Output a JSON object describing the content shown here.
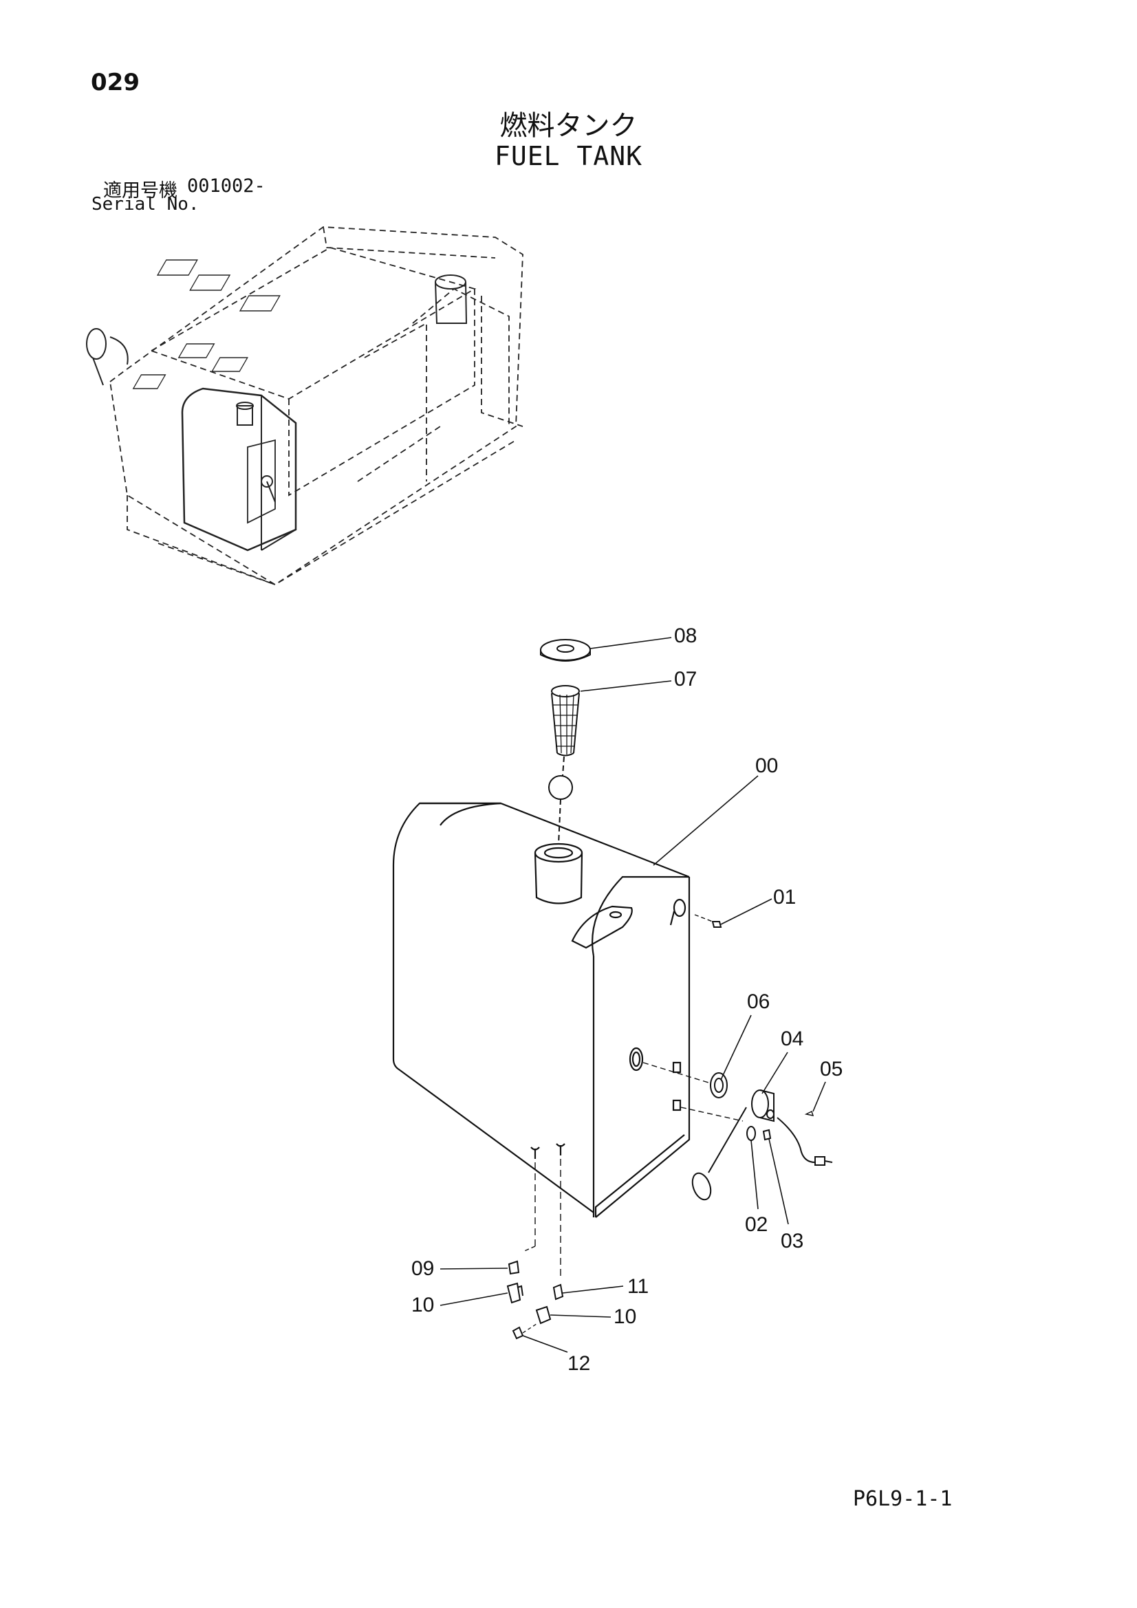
{
  "header": {
    "page_number": "029",
    "title_jp": "燃料タンク",
    "title_en": "FUEL TANK",
    "serial_label_jp": "適用号機",
    "serial_value": "001002-",
    "serial_label_en": "Serial No."
  },
  "footer": {
    "drawing_code": "P6L9-1-1"
  },
  "callouts": [
    {
      "id": "00",
      "label": "00"
    },
    {
      "id": "01",
      "label": "01"
    },
    {
      "id": "02",
      "label": "02"
    },
    {
      "id": "03",
      "label": "03"
    },
    {
      "id": "04",
      "label": "04"
    },
    {
      "id": "05",
      "label": "05"
    },
    {
      "id": "06",
      "label": "06"
    },
    {
      "id": "07",
      "label": "07"
    },
    {
      "id": "08",
      "label": "08"
    },
    {
      "id": "09",
      "label": "09"
    },
    {
      "id": "10a",
      "label": "10"
    },
    {
      "id": "10b",
      "label": "10"
    },
    {
      "id": "11",
      "label": "11"
    },
    {
      "id": "12",
      "label": "12"
    }
  ]
}
